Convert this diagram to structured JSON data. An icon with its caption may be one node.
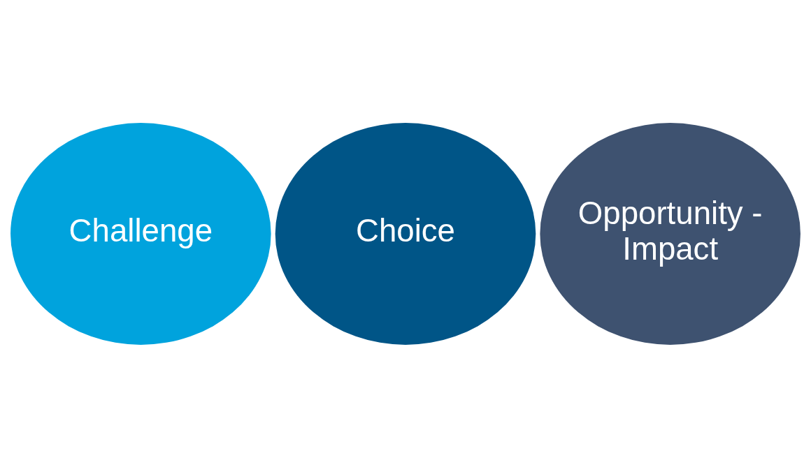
{
  "diagram": {
    "nodes": [
      {
        "text": [
          "Challenge"
        ]
      },
      {
        "text": [
          "Choice"
        ]
      },
      {
        "text": [
          "Opportunity - Impact"
        ]
      }
    ],
    "edges": []
  }
}
